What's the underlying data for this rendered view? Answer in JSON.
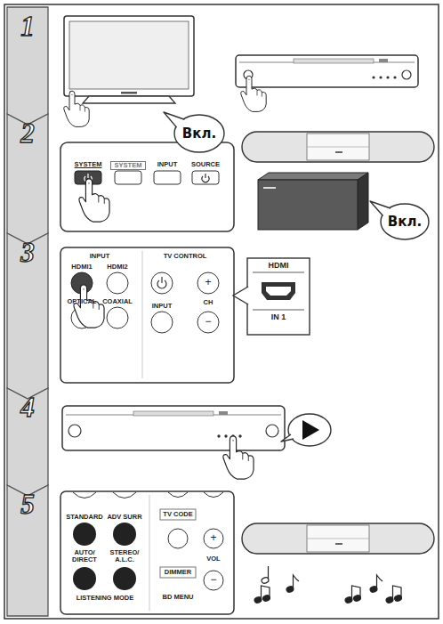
{
  "diagram": {
    "nodes": [
      {
        "text": [
          "1"
        ]
      },
      {
        "text": [
          "2"
        ]
      },
      {
        "text": [
          "3"
        ]
      },
      {
        "text": [
          "4"
        ]
      },
      {
        "text": [
          "5"
        ]
      },
      {
        "text": [
          "Вкл."
        ]
      },
      {
        "text": [
          "Вкл."
        ]
      }
    ],
    "labels": [
      "SYSTEM",
      "SYSTEM",
      "INPUT",
      "SOURCE",
      "INPUT",
      "HDMI1",
      "HDMI2",
      "OPTICAL",
      "COAXIAL",
      "TV CONTROL",
      "INPUT",
      "CH",
      "+",
      "−",
      "HDMI",
      "IN 1",
      "STANDARD",
      "ADV SURR",
      "AUTO/ DIRECT",
      "STEREO/ A.L.C.",
      "LISTENING MODE",
      "TV CODE",
      "DIMMER",
      "BD MENU",
      "VOL",
      "+",
      "−"
    ]
  }
}
